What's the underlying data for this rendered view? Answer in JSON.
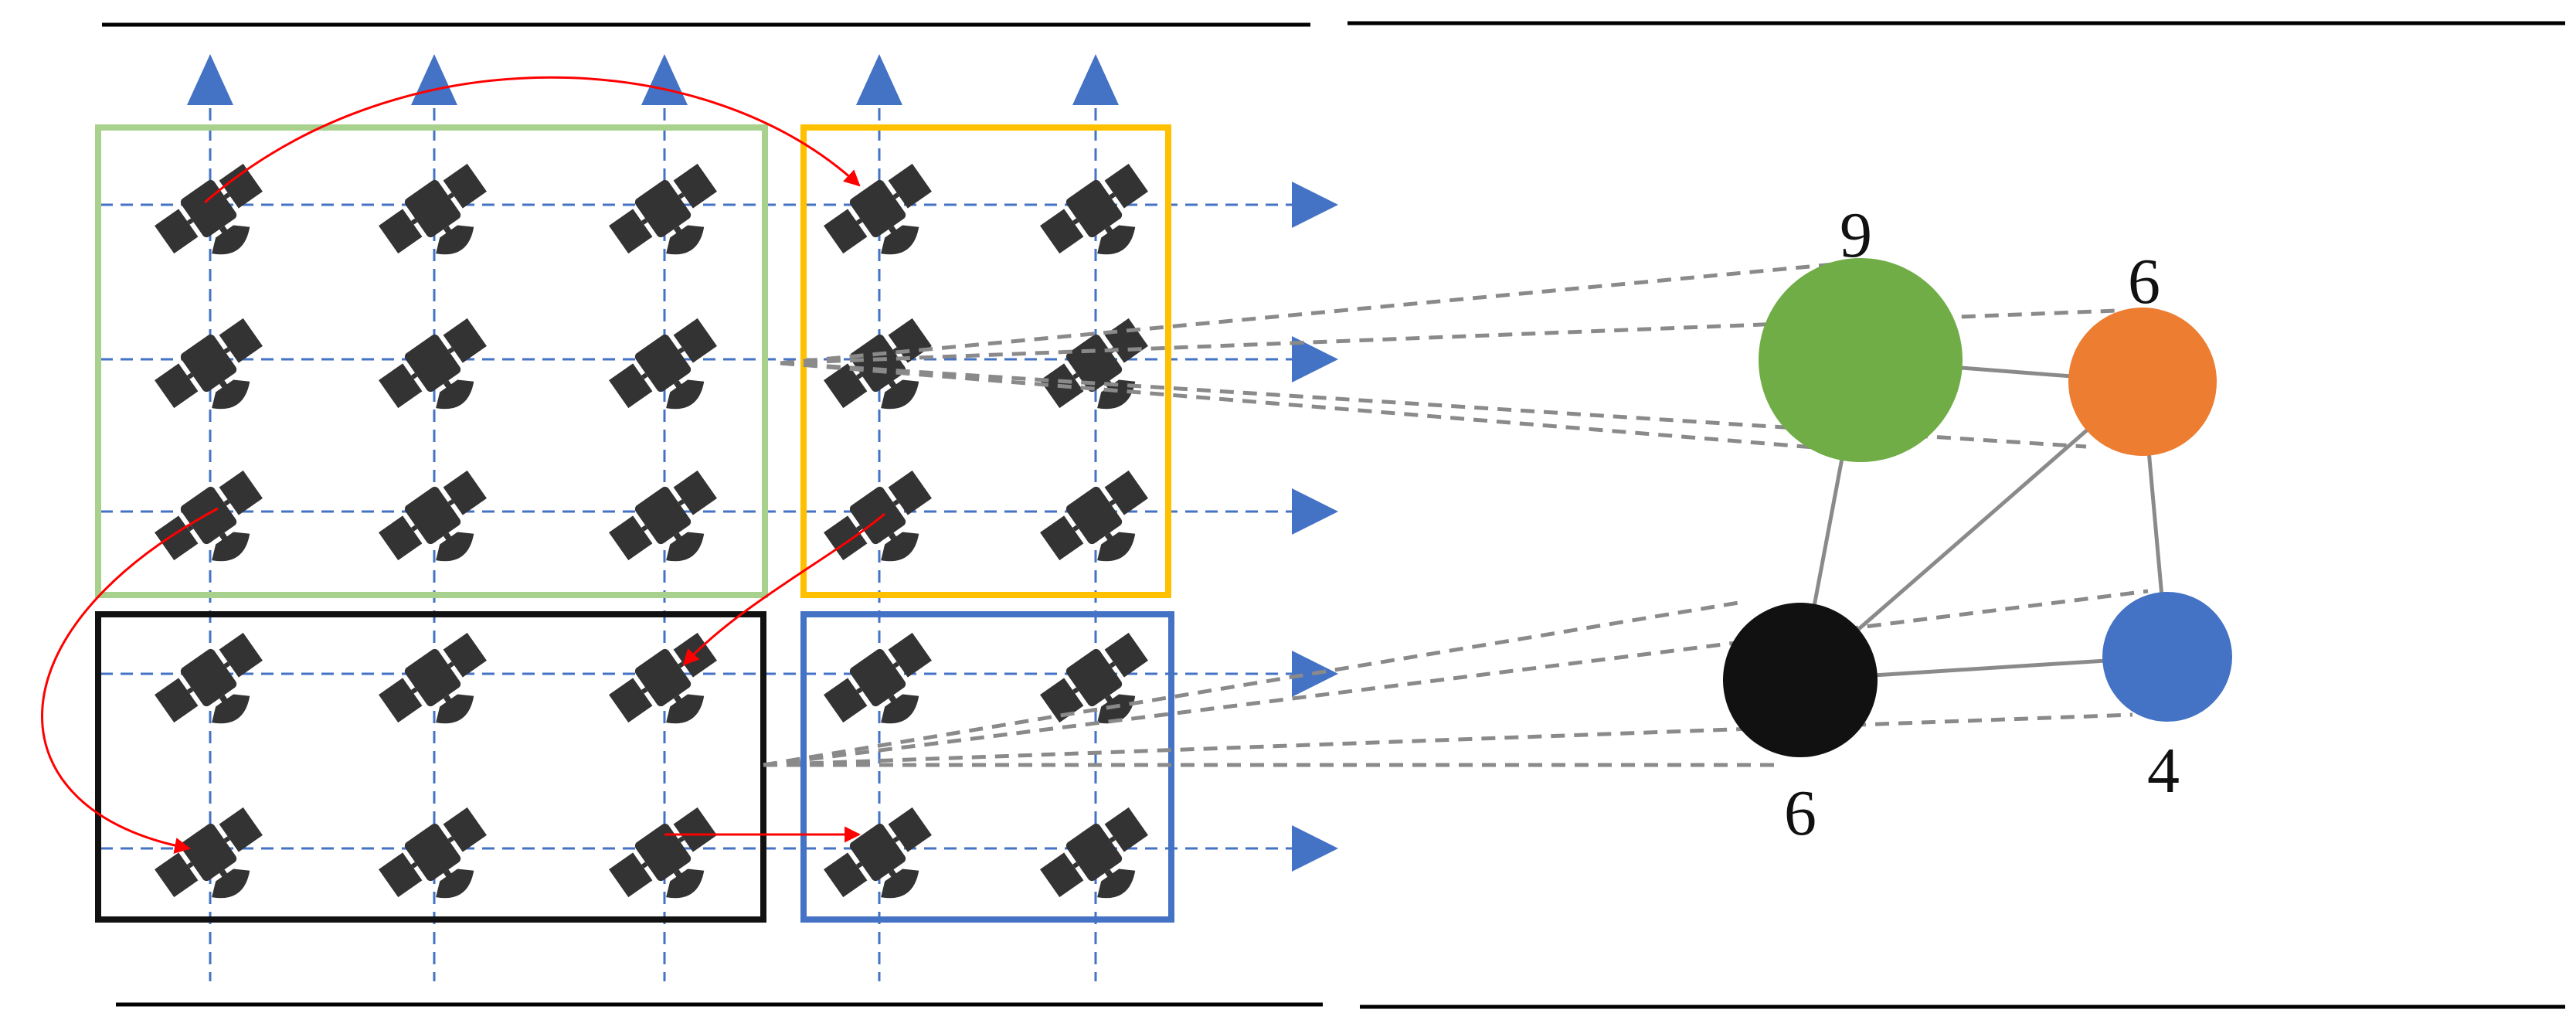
{
  "colors": {
    "green": "#70ad47",
    "orange": "#ed7d31",
    "black": "#111111",
    "blue": "#4472c4",
    "yellow_box": "#ffc000",
    "green_box": "#a9d18e",
    "grid_line": "#4472c4",
    "arrow_red": "#ff0000",
    "satellite": "#333333",
    "connector_gray": "#8a8a8a"
  },
  "icons": {
    "satellite": "satellite-icon"
  },
  "grid": {
    "rows": 5,
    "cols": 5
  },
  "groups": [
    {
      "id": "green",
      "rows": [
        0,
        2
      ],
      "cols": [
        0,
        2
      ],
      "color": "#a9d18e"
    },
    {
      "id": "yellow",
      "rows": [
        0,
        2
      ],
      "cols": [
        3,
        4
      ],
      "color": "#ffc000"
    },
    {
      "id": "black",
      "rows": [
        3,
        4
      ],
      "cols": [
        0,
        2
      ],
      "color": "#111111"
    },
    {
      "id": "blue",
      "rows": [
        3,
        4
      ],
      "cols": [
        3,
        4
      ],
      "color": "#4472c4"
    }
  ],
  "migrations": [
    {
      "from": [
        0,
        0
      ],
      "to": [
        0,
        3
      ]
    },
    {
      "from": [
        2,
        0
      ],
      "to": [
        4,
        0
      ]
    },
    {
      "from": [
        2,
        3
      ],
      "to": [
        3,
        2
      ]
    },
    {
      "from": [
        4,
        2
      ],
      "to": [
        4,
        3
      ]
    }
  ],
  "graph": {
    "nodes": [
      {
        "id": "green",
        "label": "9",
        "color": "#70ad47"
      },
      {
        "id": "orange",
        "label": "6",
        "color": "#ed7d31"
      },
      {
        "id": "black",
        "label": "6",
        "color": "#111111"
      },
      {
        "id": "blue",
        "label": "4",
        "color": "#4472c4"
      }
    ],
    "edges": [
      [
        "green",
        "orange"
      ],
      [
        "green",
        "black"
      ],
      [
        "orange",
        "black"
      ],
      [
        "orange",
        "blue"
      ],
      [
        "black",
        "blue"
      ]
    ]
  }
}
